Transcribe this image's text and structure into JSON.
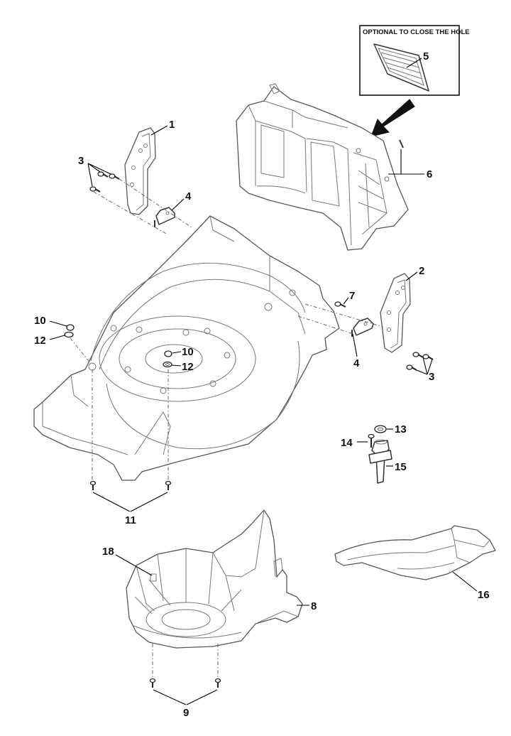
{
  "inset": {
    "caption": "OPTIONAL TO CLOSE THE HOLE"
  },
  "callouts": {
    "c1": "1",
    "c2": "2",
    "c3a": "3",
    "c3b": "3",
    "c4a": "4",
    "c4b": "4",
    "c5": "5",
    "c6": "6",
    "c7": "7",
    "c8": "8",
    "c9": "9",
    "c10a": "10",
    "c10b": "10",
    "c11": "11",
    "c12a": "12",
    "c12b": "12",
    "c13": "13",
    "c14": "14",
    "c15": "15",
    "c16": "16",
    "c18": "18"
  },
  "colors": {
    "ink": "#111111",
    "line": "#555555",
    "paper": "#ffffff"
  }
}
